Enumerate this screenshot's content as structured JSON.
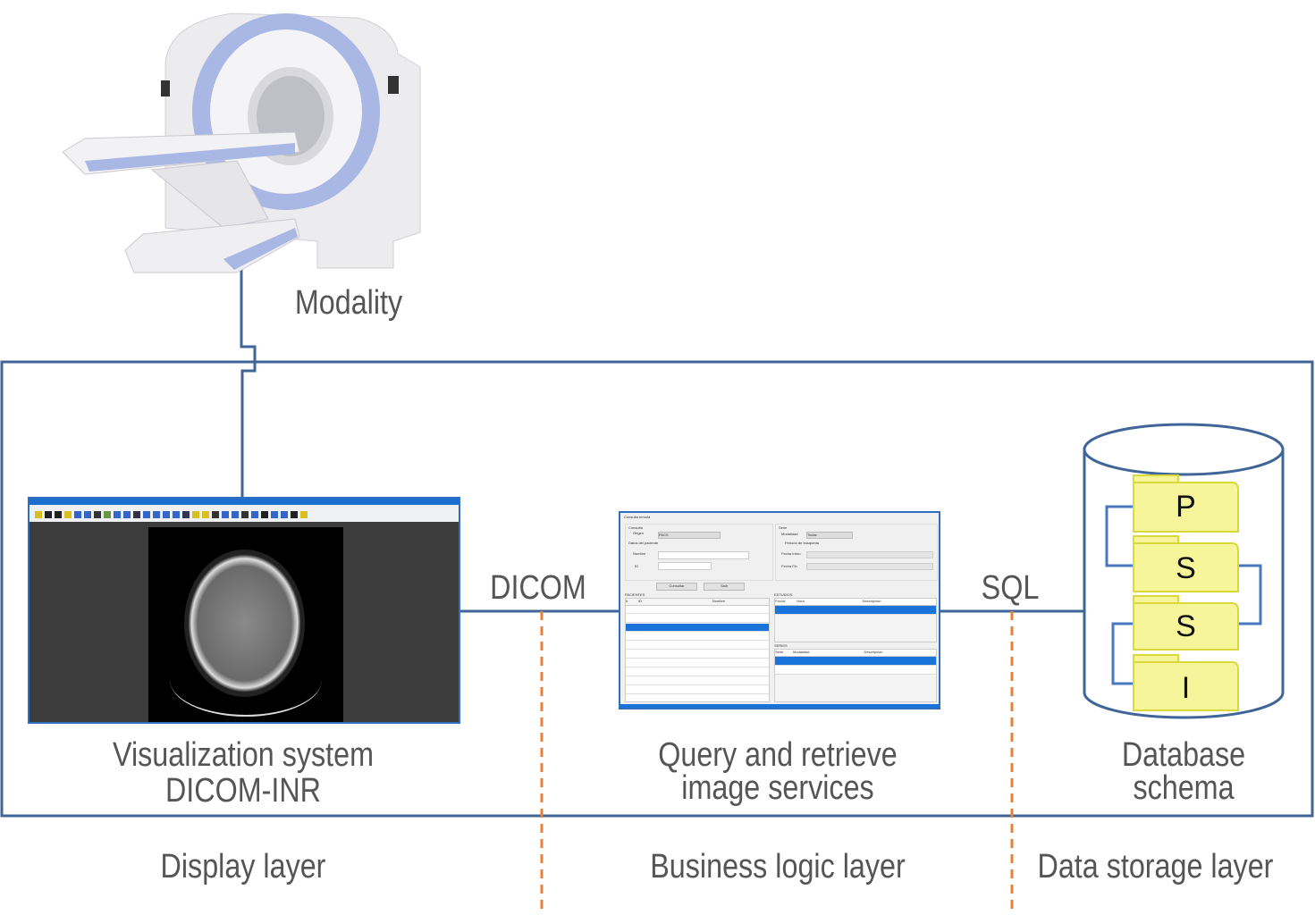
{
  "labels": {
    "modality": "Modality",
    "dicom": "DICOM",
    "sql": "SQL",
    "visualization": [
      "Visualization system",
      "DICOM-INR"
    ],
    "query": [
      "Query and retrieve",
      "image services"
    ],
    "database": [
      "Database",
      "schema"
    ],
    "display_layer": "Display layer",
    "business_layer": "Business logic layer",
    "storage_layer": "Data storage layer"
  },
  "database_tables": [
    "P",
    "S",
    "S",
    "I"
  ],
  "query_window": {
    "title": "Consulta remota",
    "consulta": "Consulta",
    "origen": "Origen",
    "origen_value": "PACS",
    "datos": "Datos del paciente",
    "nombre": "Nombre",
    "id": "ID",
    "serie": "Serie",
    "modalidad": "Modalidad",
    "modalidad_value": "Todas",
    "periodo": "Periodo de busqueda",
    "fecha_inicio": "Fecha Inicio",
    "fecha_fin": "Fecha Fin",
    "consultar": "Consultar",
    "salir": "Salir",
    "pacientes": "PACIENTES",
    "estudios": "ESTUDIOS",
    "series": "SERIES",
    "pac_cols": [
      "#",
      "ID",
      "Nombre"
    ],
    "est_cols": [
      "Fecha",
      "Hora",
      "Descripcion"
    ],
    "ser_cols": [
      "Serie",
      "Modalidad",
      "Descripcion"
    ]
  },
  "colors": {
    "line": "#3f6599",
    "dashed": "#e8823a",
    "folder": "#f7f59a",
    "folder_border": "#d9d93a",
    "text": "#555555",
    "window_accent": "#1a73d9"
  }
}
